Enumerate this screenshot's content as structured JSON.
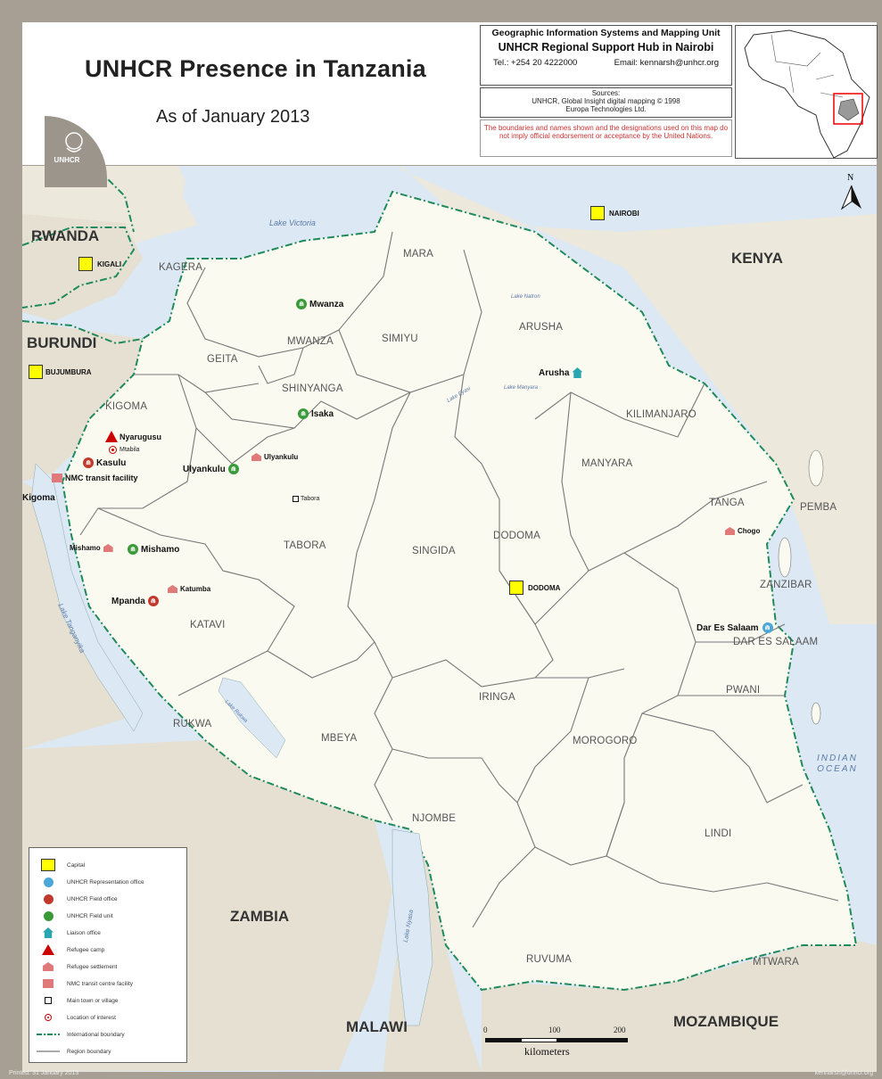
{
  "header": {
    "title": "UNHCR Presence in Tanzania",
    "subtitle": "As of January 2013",
    "logo_text": "UNHCR",
    "info": {
      "line1": "Geographic Information Systems and Mapping Unit",
      "line2": "UNHCR Regional Support Hub in Nairobi",
      "tel": "Tel.: +254 20 4222000",
      "email": "Email: kennarsh@unhcr.org"
    },
    "sources": {
      "heading": "Sources:",
      "line1": "UNHCR, Global Insight digital mapping © 1998",
      "line2": "Europa Technologies Ltd."
    },
    "disclaimer": "The boundaries and names shown and the designations used on this map do not imply official endorsement or acceptance by the United Nations."
  },
  "map": {
    "countries": {
      "rwanda": "RWANDA",
      "burundi": "BURUNDI",
      "kenya": "KENYA",
      "zambia": "ZAMBIA",
      "malawi": "MALAWI",
      "mozambique": "MOZAMBIQUE"
    },
    "capitals": {
      "kigali": "KIGALI",
      "bujumbura": "BUJUMBURA",
      "nairobi": "NAIROBI",
      "dodoma": "DODOMA"
    },
    "regions": {
      "kagera": "KAGERA",
      "mara": "MARA",
      "mwanza": "MWANZA",
      "simiyu": "SIMIYU",
      "arusha": "ARUSHA",
      "geita": "GEITA",
      "shinyanga": "SHINYANGA",
      "kigoma": "KIGOMA",
      "kilimanjaro": "KILIMANJARO",
      "manyara": "MANYARA",
      "tanga": "TANGA",
      "pemba": "PEMBA",
      "tabora": "TABORA",
      "singida": "SINGIDA",
      "dodoma": "DODOMA",
      "zanzibar": "ZANZIBAR",
      "dar": "DAR ES SALAAM",
      "katavi": "KATAVI",
      "pwani": "PWANI",
      "iringa": "IRINGA",
      "rukwa": "RUKWA",
      "mbeya": "MBEYA",
      "morogoro": "MOROGORO",
      "njombe": "NJOMBE",
      "lindi": "LINDI",
      "ruvuma": "RUVUMA",
      "mtwara": "MTWARA"
    },
    "places": {
      "mwanza": "Mwanza",
      "arusha": "Arusha",
      "isaka": "Isaka",
      "nyarugusu": "Nyarugusu",
      "mtabila": "Mtabila",
      "kasulu": "Kasulu",
      "nmc": "NMC transit facility",
      "kigoma": "Kigoma",
      "ulyankulu_office": "Ulyankulu",
      "ulyankulu_settlement": "Ulyankulu",
      "tabora": "Tabora",
      "mishamo_left": "Mishamo",
      "mishamo_right": "Mishamo",
      "katumba": "Katumba",
      "mpanda": "Mpanda",
      "chogo": "Chogo",
      "dar": "Dar Es Salaam"
    },
    "water": {
      "victoria": "Lake Victoria",
      "natron": "Lake Natron",
      "eyasi": "Lake Eyasi",
      "manyara": "Lake Manyara",
      "tanganyika": "Lake Tanganyika",
      "rukwa": "Lake Rukwa",
      "nyasa": "Lake Nyasa",
      "indian_ocean_1": "INDIAN",
      "indian_ocean_2": "OCEAN"
    },
    "north": "N",
    "scale": {
      "ticks": [
        "0",
        "100",
        "200"
      ],
      "unit": "kilometers"
    },
    "colors": {
      "land_tanzania": "#fbfaf0",
      "land_other": "#e8e4d8",
      "water": "#dce8f3",
      "capital": "#ffff00",
      "refugee_camp": "#cc0000",
      "field_office": "#c0392b",
      "field_unit": "#3a9a3a",
      "rep_office": "#4aa7d8",
      "liaison": "#2aa6b0",
      "intl_boundary": "#1f8a5c",
      "region_boundary": "#777777"
    }
  },
  "legend": {
    "items": [
      {
        "icon": "capital-icon",
        "label": "Capital"
      },
      {
        "icon": "representation-office-icon",
        "label": "UNHCR Representation office"
      },
      {
        "icon": "field-office-icon",
        "label": "UNHCR Field office"
      },
      {
        "icon": "field-unit-icon",
        "label": "UNHCR Field unit"
      },
      {
        "icon": "liaison-office-icon",
        "label": "Liaison office"
      },
      {
        "icon": "refugee-camp-icon",
        "label": "Refugee camp"
      },
      {
        "icon": "refugee-settlement-icon",
        "label": "Refugee settlement"
      },
      {
        "icon": "nmc-transit-icon",
        "label": "NMC transit centre facility"
      },
      {
        "icon": "town-icon",
        "label": "Main town or village"
      },
      {
        "icon": "location-icon",
        "label": "Location of interest"
      },
      {
        "icon": "international-boundary-icon",
        "label": "International boundary"
      },
      {
        "icon": "region-boundary-icon",
        "label": "Region boundary"
      }
    ]
  },
  "footer": {
    "printed": "Printed: 31 January 2013",
    "email": "kennarsh@unhcr.org"
  }
}
